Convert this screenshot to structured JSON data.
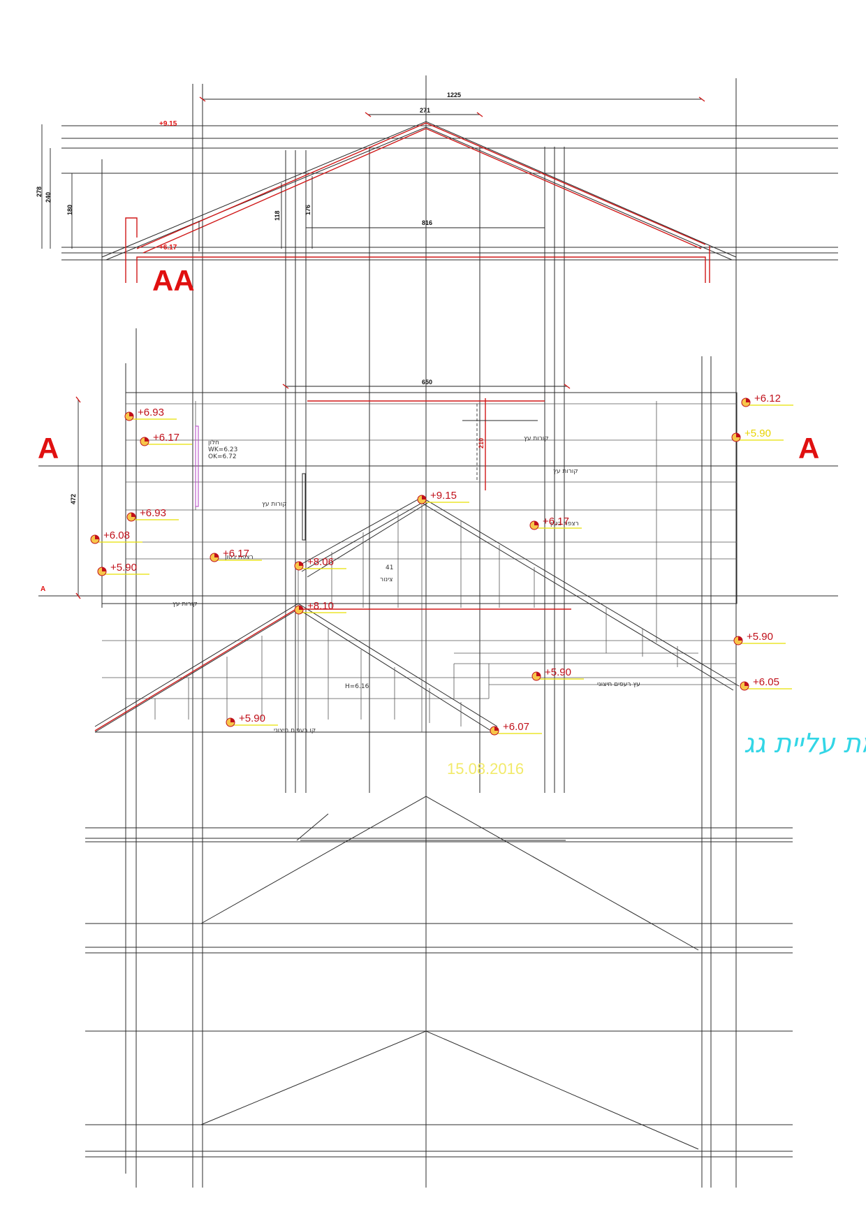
{
  "colors": {
    "line": "#2b2b2b",
    "accent_red": "#e01010",
    "level_text": "#c0101a",
    "level_underline": "#e8e000",
    "title_cyan": "#33d6e6",
    "date_yellow": "#f2ea6a"
  },
  "section": {
    "aa_label": "AA",
    "a_label_left": "A",
    "a_label_right": "A",
    "a_small": "A"
  },
  "dimensions": {
    "overall_width": "1225",
    "ridge_width": "271",
    "inner_span": "816",
    "plan_span": "650",
    "height_a": "278",
    "height_b": "240",
    "height_c": "180",
    "height_d": "118",
    "height_e": "176",
    "plan_depth": "472",
    "beam_depth": "210"
  },
  "section_levels": {
    "top": "+9.15",
    "eave": "+6.17"
  },
  "plan_levels": [
    {
      "id": "lvl-693a",
      "text": "+6.93"
    },
    {
      "id": "lvl-617a",
      "text": "+6.17"
    },
    {
      "id": "lvl-693b",
      "text": "+6.93"
    },
    {
      "id": "lvl-608",
      "text": "+6.08"
    },
    {
      "id": "lvl-590a",
      "text": "+5.90"
    },
    {
      "id": "lvl-617b",
      "text": "+6.17"
    },
    {
      "id": "lvl-806",
      "text": "+8.06"
    },
    {
      "id": "lvl-810",
      "text": "+8.10"
    },
    {
      "id": "lvl-915",
      "text": "+9.15"
    },
    {
      "id": "lvl-617c",
      "text": "+6.17"
    },
    {
      "id": "lvl-612",
      "text": "+6.12"
    },
    {
      "id": "lvl-590b",
      "text": "+5.90"
    },
    {
      "id": "lvl-590c",
      "text": "+5.90"
    },
    {
      "id": "lvl-605",
      "text": "+6.05"
    },
    {
      "id": "lvl-590d",
      "text": "+5.90"
    },
    {
      "id": "lvl-590e",
      "text": "+5.90"
    },
    {
      "id": "lvl-607",
      "text": "+6.07"
    }
  ],
  "notes": {
    "wood_beam_1": "קורות עץ",
    "wood_beam_2": "קורות עץ",
    "wood_beam_3": "קורות עץ",
    "wood_beam_4": "קורות עץ",
    "concrete_floor_1": "רצפת בטון",
    "concrete_floor_2": "רצפת בטון",
    "outer_tiles_1": "עץ רעפים חיצוני",
    "outer_tiles_2": "קו רעפים חיצוני",
    "window": "חלון",
    "window_wk": "WK=6.23",
    "window_ok": "OK=6.72",
    "chimney_num": "41",
    "chimney": "צינור",
    "h_note": "H=6.16"
  },
  "title": {
    "text": "קומת עליית גג",
    "date": "15.08.2016"
  }
}
